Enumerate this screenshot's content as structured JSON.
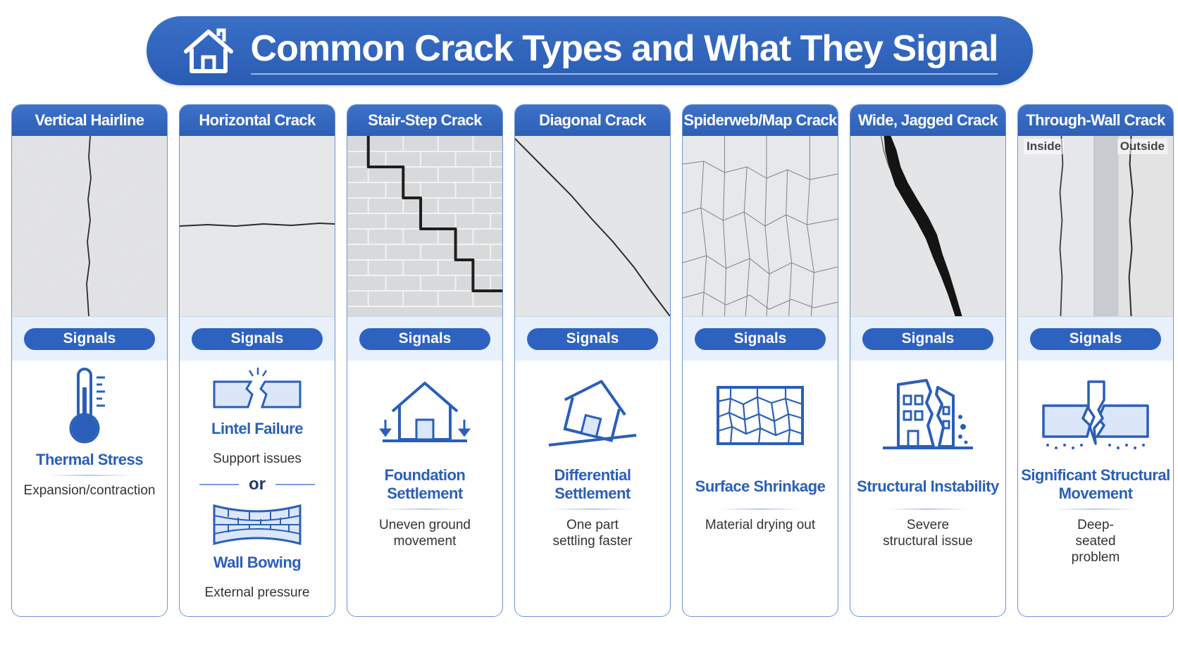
{
  "title": "Common Crack Types and What They Signal",
  "icons": {
    "banner": "house-outline-icon"
  },
  "colors": {
    "primary": "#2d62c0",
    "accent_text": "#2a5fb9",
    "band": "#e8f0fb",
    "border": "#6d94d4"
  },
  "signals_label": "Signals",
  "cards": [
    {
      "title": "Vertical Hairline",
      "signals": [
        {
          "label": "Thermal Stress",
          "desc": "Expansion/contraction"
        }
      ],
      "icon": "thermometer-icon"
    },
    {
      "title": "Horizontal Crack",
      "signals": [
        {
          "label": "Lintel Failure",
          "desc": "Support issues"
        },
        {
          "label": "Wall Bowing",
          "desc": "External pressure"
        }
      ],
      "or_text": "or",
      "icons": [
        "broken-lintel-icon",
        "bowing-wall-icon"
      ]
    },
    {
      "title": "Stair-Step Crack",
      "signals": [
        {
          "label": "Foundation Settlement",
          "desc": "Uneven ground movement"
        }
      ],
      "icon": "settling-house-icon"
    },
    {
      "title": "Diagonal Crack",
      "signals": [
        {
          "label": "Differential Settlement",
          "desc": "One part settling faster"
        }
      ],
      "icon": "tilted-house-icon"
    },
    {
      "title": "Spiderweb/Map Crack",
      "signals": [
        {
          "label": "Surface Shrinkage",
          "desc": "Material drying out"
        }
      ],
      "icon": "crazed-surface-icon"
    },
    {
      "title": "Wide, Jagged Crack",
      "signals": [
        {
          "label": "Structural Instability",
          "desc": "Severe structural issue"
        }
      ],
      "icon": "cracked-building-icon"
    },
    {
      "title": "Through-Wall Crack",
      "side_labels": [
        "Inside",
        "Outside"
      ],
      "signals": [
        {
          "label": "Significant Structural Movement",
          "desc": "Deep-seated problem"
        }
      ],
      "icon": "split-slab-icon"
    }
  ]
}
